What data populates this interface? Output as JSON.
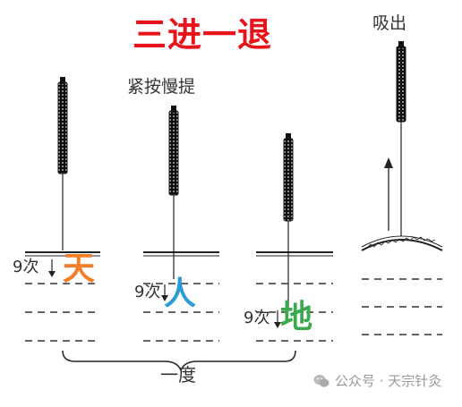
{
  "title": "三进一退",
  "step_caption": "紧按慢提",
  "withdraw_caption": "吸出",
  "counts": [
    "9次",
    "9次",
    "9次"
  ],
  "levels": [
    {
      "label": "天",
      "color": "#f37e28"
    },
    {
      "label": "人",
      "color": "#2a9ad8"
    },
    {
      "label": "地",
      "color": "#3aa84d"
    }
  ],
  "unit_caption": "一度",
  "watermark": "公众号 · 天宗针灸",
  "colors": {
    "title": "#e8141c",
    "ink": "#222222"
  }
}
